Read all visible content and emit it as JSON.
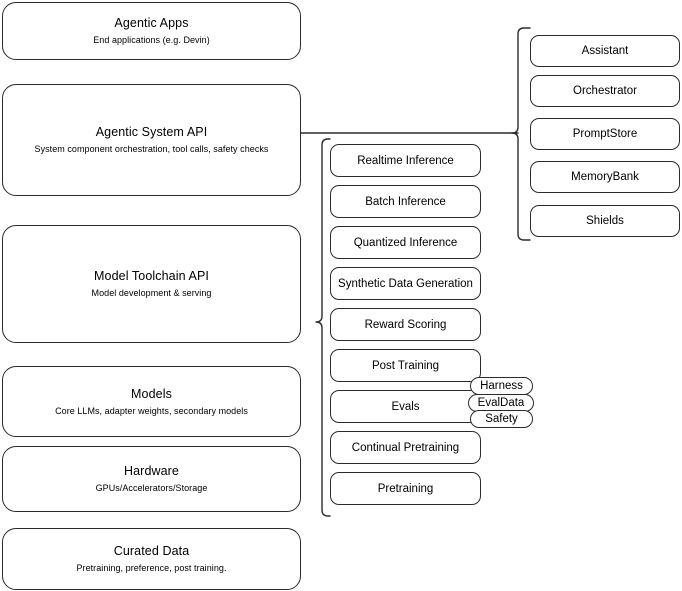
{
  "diagram": {
    "title": "AI stack layered architecture diagram",
    "stroke_color": "#2b2b2b",
    "background_color": "#ffffff"
  },
  "stack_layers": [
    {
      "title": "Agentic Apps",
      "subtitle": "End applications (e.g. Devin)",
      "name": "agentic-apps"
    },
    {
      "title": "Agentic System API",
      "subtitle": "System component orchestration, tool calls, safety checks",
      "name": "agentic-system-api"
    },
    {
      "title": "Model Toolchain API",
      "subtitle": "Model development & serving",
      "name": "model-toolchain-api"
    },
    {
      "title": "Models",
      "subtitle": "Core LLMs, adapter weights, secondary models",
      "name": "models"
    },
    {
      "title": "Hardware",
      "subtitle": "GPUs/Accelerators/Storage",
      "name": "hardware"
    },
    {
      "title": "Curated Data",
      "subtitle": "Pretraining, preference, post training.",
      "name": "curated-data"
    }
  ],
  "toolchain_components": [
    {
      "label": "Realtime Inference"
    },
    {
      "label": "Batch Inference"
    },
    {
      "label": "Quantized Inference"
    },
    {
      "label": "Synthetic Data Generation"
    },
    {
      "label": "Reward Scoring"
    },
    {
      "label": "Post Training"
    },
    {
      "label": "Evals"
    },
    {
      "label": "Continual Pretraining"
    },
    {
      "label": "Pretraining"
    }
  ],
  "agentic_components": [
    {
      "label": "Assistant"
    },
    {
      "label": "Orchestrator"
    },
    {
      "label": "PromptStore"
    },
    {
      "label": "MemoryBank"
    },
    {
      "label": "Shields"
    }
  ],
  "eval_badges": [
    {
      "label": "Harness"
    },
    {
      "label": "EvalData"
    },
    {
      "label": "Safety"
    }
  ]
}
